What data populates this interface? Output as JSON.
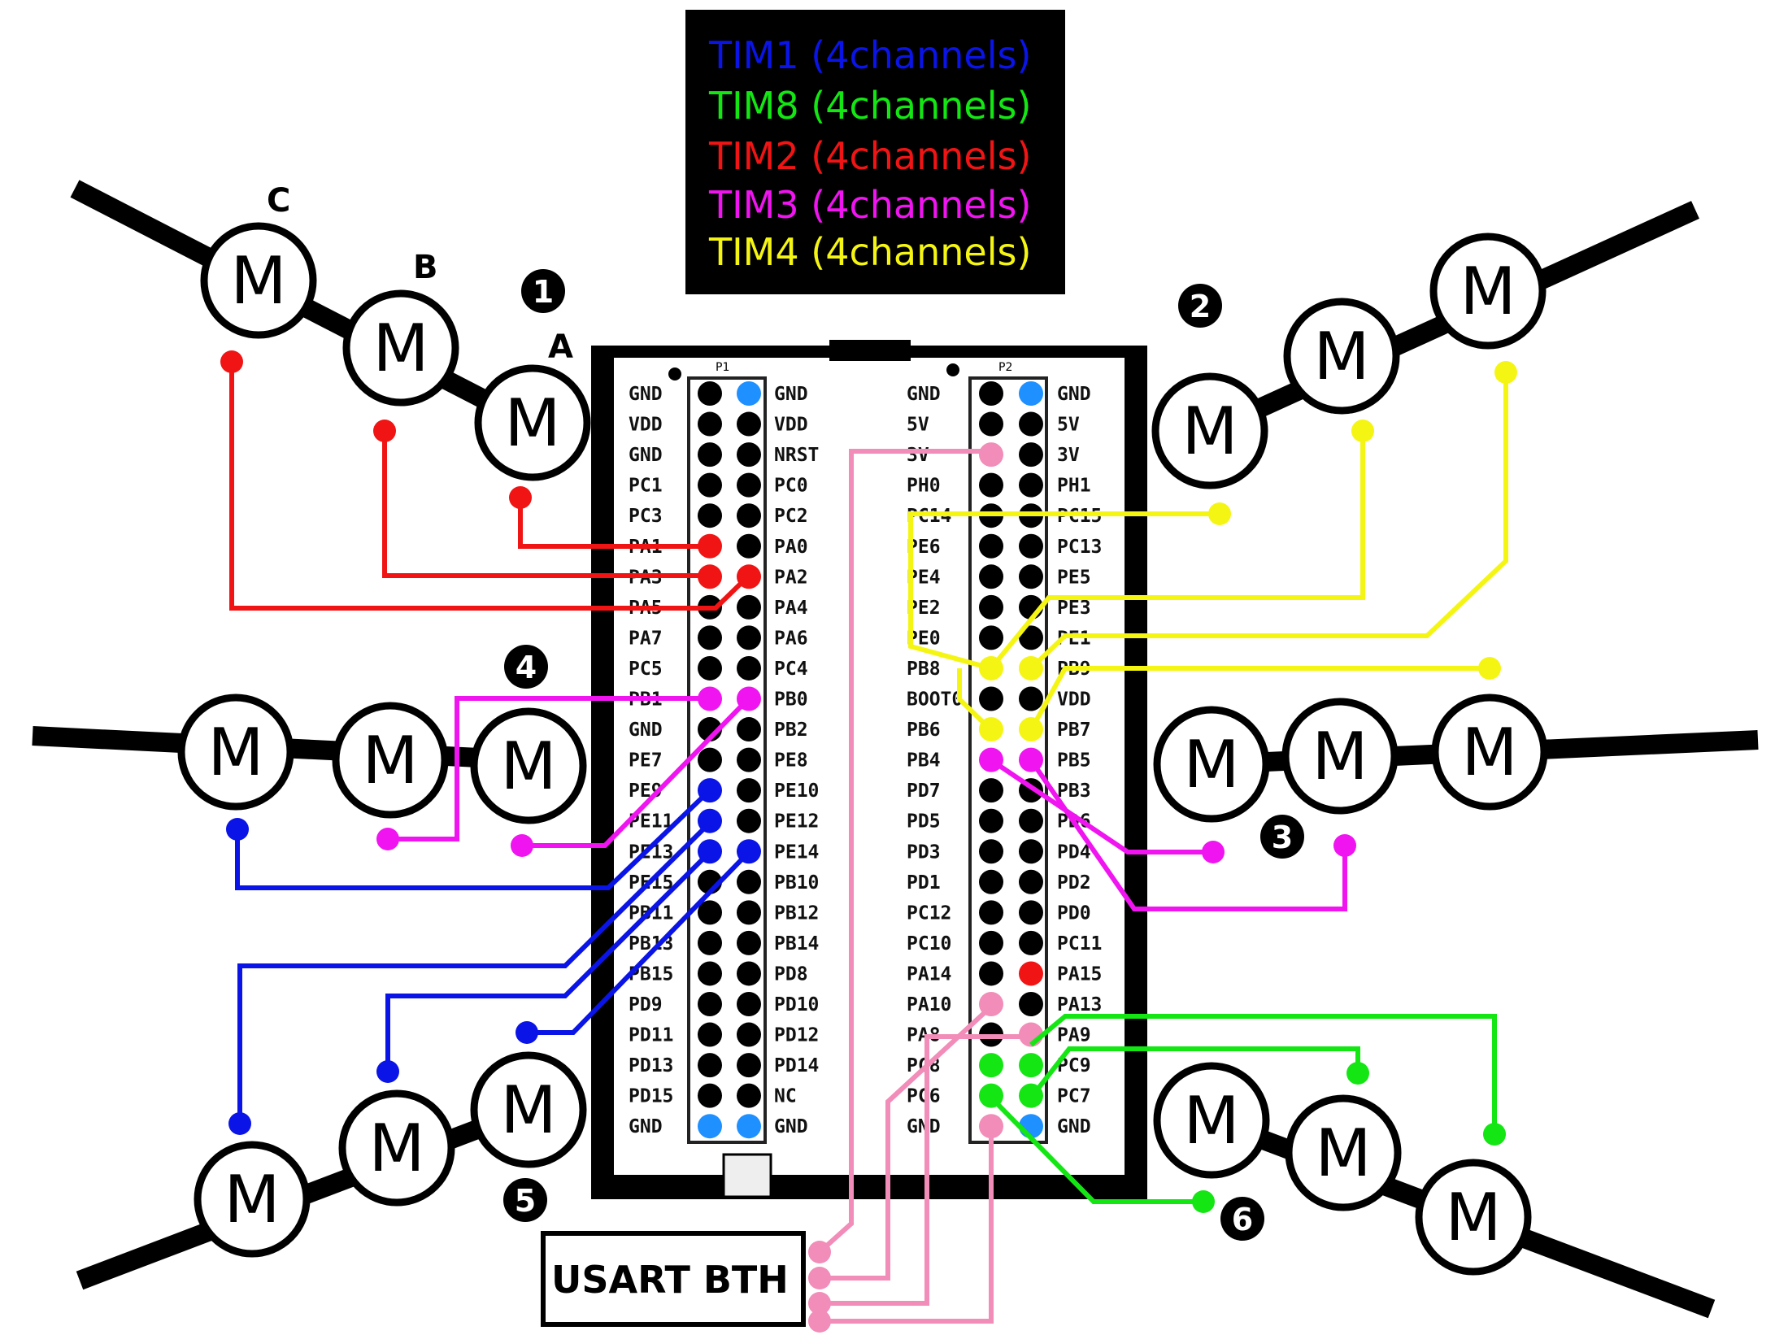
{
  "legend": [
    {
      "label": "TIM1 (4channels)",
      "color": "#0a14e6"
    },
    {
      "label": "TIM8 (4channels)",
      "color": "#14e614"
    },
    {
      "label": "TIM2 (4channels)",
      "color": "#f01414"
    },
    {
      "label": "TIM3 (4channels)",
      "color": "#f014f0"
    },
    {
      "label": "TIM4 (4channels)",
      "color": "#f5f514"
    }
  ],
  "wire_colors": {
    "tim1": "#0a14e6",
    "tim8": "#14e614",
    "tim2": "#f01414",
    "tim3": "#f014f0",
    "tim4": "#f5f514",
    "usart": "#f28cb8",
    "light_blue": "#1e90ff"
  },
  "arm_numbers": [
    "1",
    "2",
    "3",
    "4",
    "5",
    "6"
  ],
  "arm1_labels": {
    "a": "A",
    "b": "B",
    "c": "C"
  },
  "motor_letter": "M",
  "header": {
    "p1": "P1",
    "p2": "P2"
  },
  "usart_label": "USART BTH",
  "p1_left": [
    "GND",
    "VDD",
    "GND",
    "PC1",
    "PC3",
    "PA1",
    "PA3",
    "PA5",
    "PA7",
    "PC5",
    "PB1",
    "GND",
    "PE7",
    "PE9",
    "PE11",
    "PE13",
    "PE15",
    "PB11",
    "PB13",
    "PB15",
    "PD9",
    "PD11",
    "PD13",
    "PD15",
    "GND"
  ],
  "p1_right": [
    "GND",
    "VDD",
    "NRST",
    "PC0",
    "PC2",
    "PA0",
    "PA2",
    "PA4",
    "PA6",
    "PC4",
    "PB0",
    "PB2",
    "PE8",
    "PE10",
    "PE12",
    "PE14",
    "PB10",
    "PB12",
    "PB14",
    "PD8",
    "PD10",
    "PD12",
    "PD14",
    "NC",
    "GND"
  ],
  "p2_left": [
    "GND",
    "5V",
    "3V",
    "PH0",
    "PC14",
    "PE6",
    "PE4",
    "PE2",
    "PE0",
    "PB8",
    "BOOT0",
    "PB6",
    "PB4",
    "PD7",
    "PD5",
    "PD3",
    "PD1",
    "PC12",
    "PC10",
    "PA14",
    "PA10",
    "PA8",
    "PC8",
    "PC6",
    "GND"
  ],
  "p2_right": [
    "GND",
    "5V",
    "3V",
    "PH1",
    "PC15",
    "PC13",
    "PE5",
    "PE3",
    "PE1",
    "PB9",
    "VDD",
    "PB7",
    "PB5",
    "PB3",
    "PD6",
    "PD4",
    "PD2",
    "PD0",
    "PC11",
    "PA15",
    "PA13",
    "PA9",
    "PC9",
    "PC7",
    "GND"
  ]
}
